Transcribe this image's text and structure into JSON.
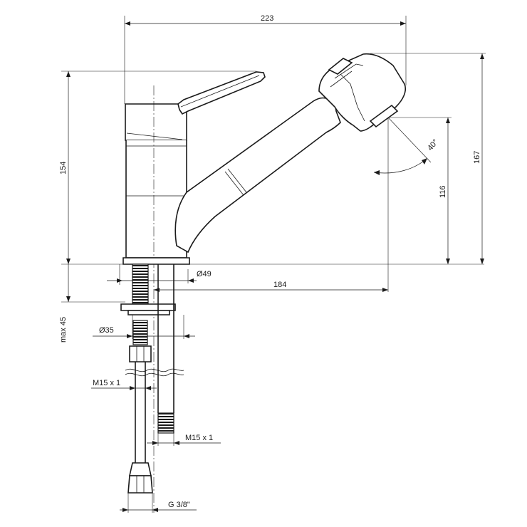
{
  "dimensions": {
    "overall_width": "223",
    "height_lever": "154",
    "height_spout": "167",
    "height_outlet": "116",
    "spray_angle": "40°",
    "body_diameter": "Ø49",
    "reach": "184",
    "max_deck": "max 45",
    "shank_diameter": "Ø35",
    "thread_left": "M15 x 1",
    "thread_right": "M15 x 1",
    "connection": "G 3/8\""
  }
}
